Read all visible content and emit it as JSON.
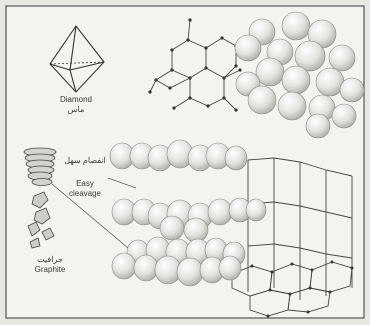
{
  "labels": {
    "diamond": "Diamond",
    "diamond_ar": "ماس",
    "cleavage_ar": "انفصام سهل",
    "easy": "Easy",
    "cleavage": "cleavage",
    "graphite_ar": "جرافيت",
    "graphite": "Graphite"
  },
  "colors": {
    "paper": "#f4f3ef",
    "ink": "#3a3a3a",
    "sphere_light": "#f7f7f5",
    "sphere_shade": "#bdbdb8"
  }
}
